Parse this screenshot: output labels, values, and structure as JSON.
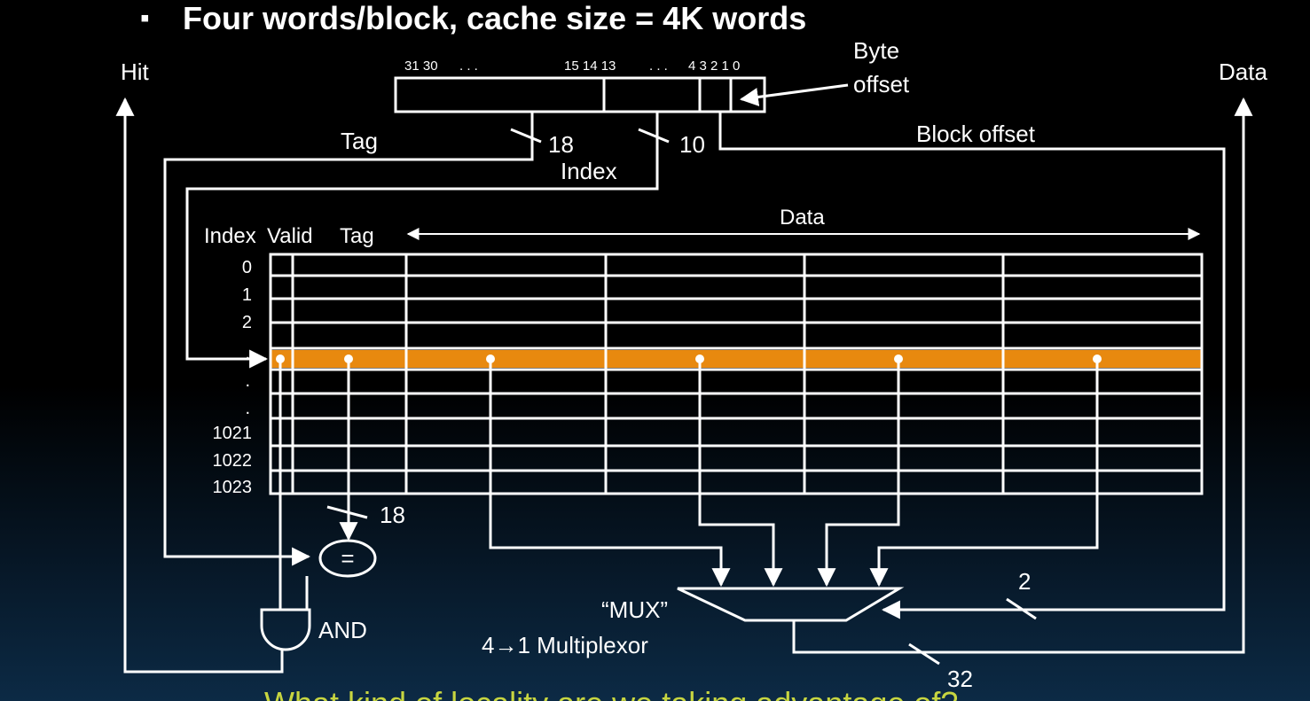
{
  "title": {
    "bullet": "▪",
    "text": "Four  words/block, cache size = 4K words"
  },
  "address": {
    "bit_labels": [
      "31 30",
      ". . .",
      "15 14 13",
      ". . .",
      "4  3  2  1  0"
    ],
    "byte_offset_line1": "Byte",
    "byte_offset_line2": "offset",
    "block_offset": "Block offset",
    "tag_label": "Tag",
    "tag_width": "18",
    "index_width": "10",
    "index_label": "Index"
  },
  "side_labels": {
    "hit": "Hit",
    "data": "Data"
  },
  "table": {
    "col_index": "Index",
    "col_valid": "Valid",
    "col_tag": "Tag",
    "col_data": "Data",
    "row_labels": [
      "0",
      "1",
      "2",
      ".",
      ".",
      ".",
      "1021",
      "1022",
      "1023"
    ],
    "highlight_color": "#e8890f"
  },
  "compare": {
    "tag_bus_width": "18",
    "comparator_label": "=",
    "and_label": "AND"
  },
  "mux": {
    "label": "“MUX”",
    "sublabel": "4→1 Multiplexor",
    "select_width": "2",
    "output_width": "32"
  },
  "footer_question": "What kind of locality are we taking advantage of?"
}
